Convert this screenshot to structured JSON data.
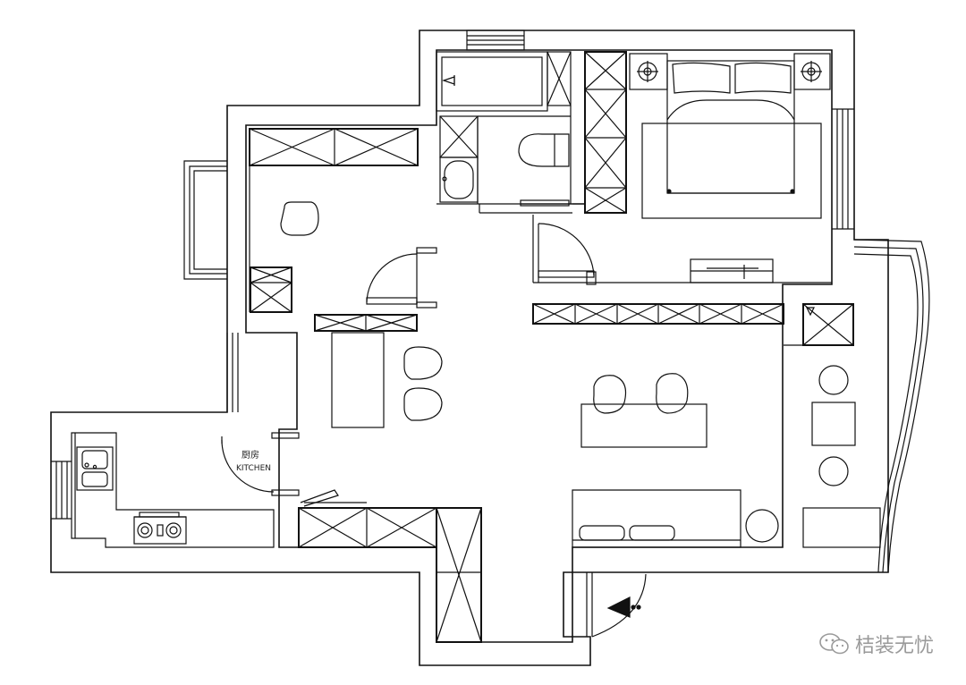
{
  "rooms": {
    "kitchen": {
      "name_cn": "厨房",
      "name_en": "KITCHEN"
    }
  },
  "watermark": {
    "text": "桔装无忧",
    "icon": "wechat-icon"
  },
  "colors": {
    "line": "#111111",
    "paper": "#ffffff",
    "watermark": "#9a9a9a"
  }
}
